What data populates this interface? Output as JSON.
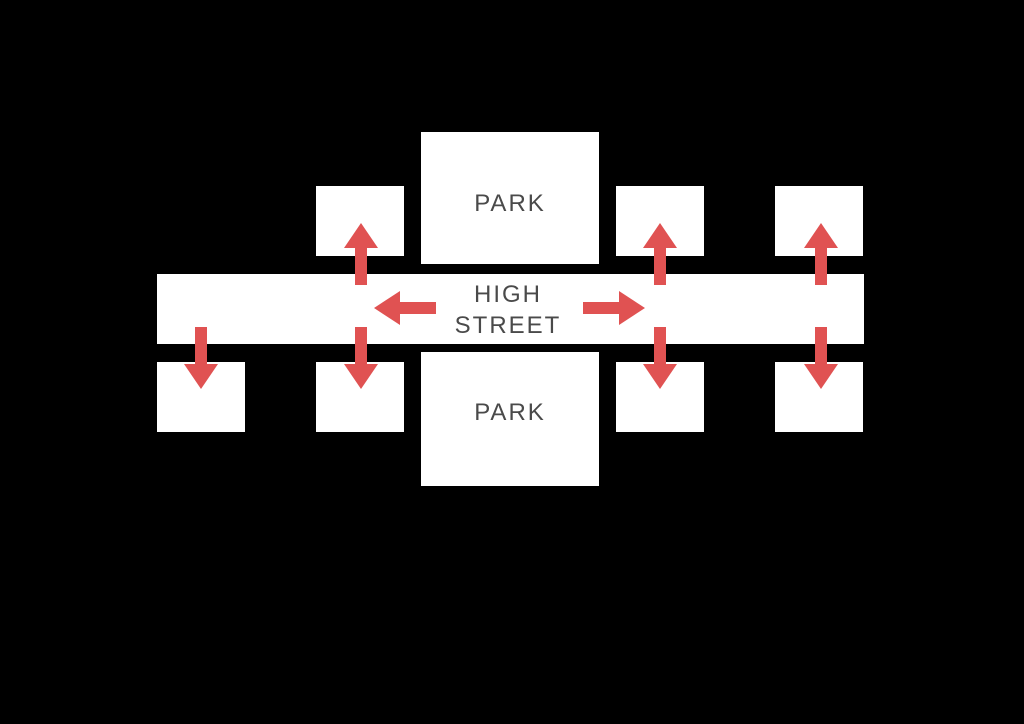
{
  "diagram": {
    "park_top_label": "PARK",
    "park_bottom_label": "PARK",
    "street_line1": "HIGH",
    "street_line2": "STREET"
  },
  "colors": {
    "background": "#000000",
    "block": "#ffffff",
    "arrow": "#e05252",
    "label_text": "#4a4a4a"
  },
  "icons": [
    "arrow-up-icon",
    "arrow-down-icon",
    "arrow-left-icon",
    "arrow-right-icon"
  ]
}
